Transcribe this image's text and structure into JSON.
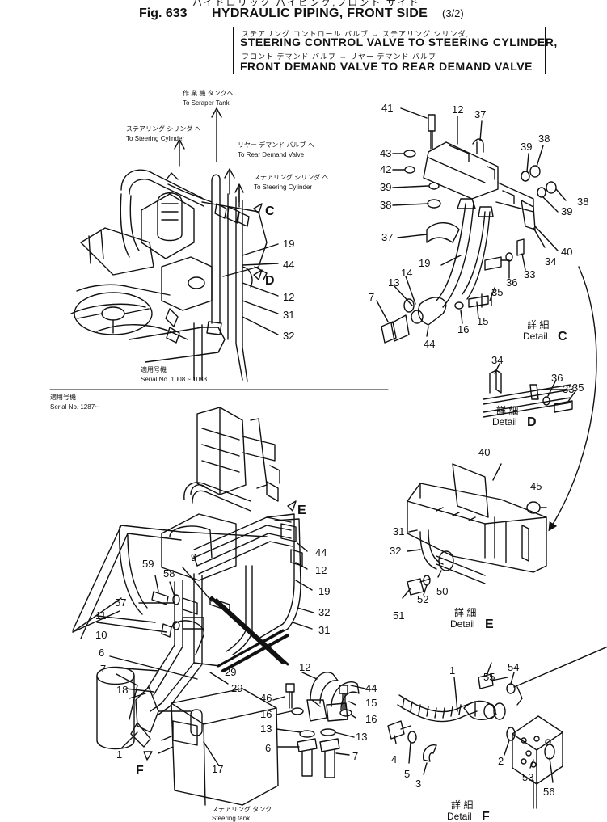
{
  "header": {
    "top_jp": "ハイドロリック パイピング,フロント サイド",
    "fig_label": "Fig. 633",
    "fig_title": "HYDRAULIC PIPING, FRONT SIDE",
    "fig_sheet": "(3/2)",
    "line1_jp": "ステアリング コントロール バルブ → ステアリング シリンダ,",
    "line1_en": "STEERING CONTROL VALVE TO STEERING CYLINDER,",
    "line2_jp": "フロント デマンド バルブ → リヤー デマンド バルブ",
    "line2_en": "FRONT DEMAND VALVE TO REAR DEMAND VALVE"
  },
  "annotations": {
    "scraper_jp": "作 業 機 タンクへ",
    "scraper_en": "To Scraper Tank",
    "steer_cyl_jp": "ステアリング シリンダ へ",
    "steer_cyl_en": "To Steering Cylinder",
    "rear_demand_jp": "リヤー デマンド バルブ へ",
    "rear_demand_en": "To Rear Demand Valve",
    "steer_cyl2_jp": "ステアリング シリンダ へ",
    "steer_cyl2_en": "To Steering Cylinder",
    "serial1_jp": "適用号機",
    "serial1_en": "Serial No. 1008 ~ 1083",
    "serial2_jp": "適用号機",
    "serial2_en": "Serial No. 1287~",
    "tank_jp": "ステアリング タンク",
    "tank_en": "Steering tank"
  },
  "details": {
    "detail_word_jp": "詳 細",
    "detail_word_en": "Detail",
    "c": "C",
    "d": "D",
    "e": "E",
    "f": "F"
  },
  "view_arrows": {
    "c": "C",
    "d": "D",
    "e": "E",
    "f": "F"
  },
  "parts": {
    "p41": "41",
    "p12a": "12",
    "p37a": "37",
    "p38a": "38",
    "p43": "43",
    "p39a": "39",
    "p42": "42",
    "p39b": "39",
    "p38b": "38",
    "p38c": "38",
    "p39c": "39",
    "p37b": "37",
    "p40a": "40",
    "p19a": "19",
    "p34a": "34",
    "p33a": "33",
    "p36a": "36",
    "p35a": "35",
    "p7a": "7",
    "p13a": "13",
    "p14": "14",
    "p16a": "16",
    "p15a": "15",
    "p44a": "44",
    "p19b": "19",
    "p44b": "44",
    "p12b": "12",
    "p31a": "31",
    "p32a": "32",
    "p34b": "34",
    "p33b": "33",
    "p36b": "36",
    "p35b": "35",
    "p40b": "40",
    "p45": "45",
    "p31b": "31",
    "p32b": "32",
    "p50": "50",
    "p52": "52",
    "p51": "51",
    "p44c": "44",
    "p12c": "12",
    "p19c": "19",
    "p32c": "32",
    "p31c": "31",
    "p9": "9",
    "p59": "59",
    "p58": "58",
    "p57": "57",
    "p11": "11",
    "p10": "10",
    "p6a": "6",
    "p7b": "7",
    "p18": "18",
    "p1a": "1",
    "p29a": "29",
    "p29b": "29",
    "p17": "17",
    "p12d": "12",
    "p44d": "44",
    "p46": "46",
    "p15b": "15",
    "p16b": "16",
    "p16c": "16",
    "p13b": "13",
    "p13c": "13",
    "p6b": "6",
    "p7c": "7",
    "p55": "55",
    "p54": "54",
    "p1b": "1",
    "p4": "4",
    "p5": "5",
    "p3": "3",
    "p2": "2",
    "p53": "53",
    "p56": "56"
  }
}
